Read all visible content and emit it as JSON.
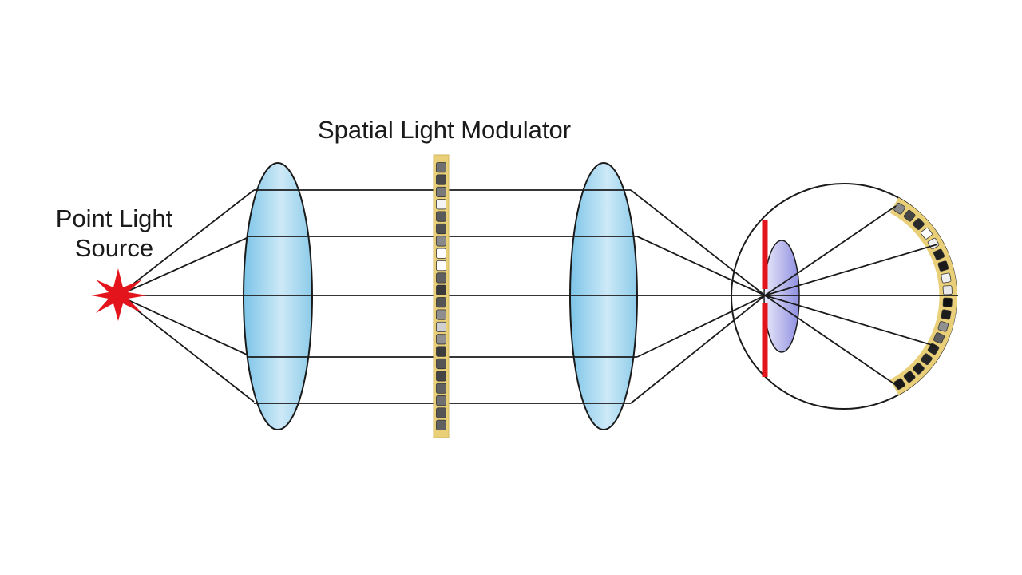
{
  "labels": {
    "spatial_light_modulator": "Spatial Light Modulator",
    "point_light_source_line1": "Point Light",
    "point_light_source_line2": "Source"
  },
  "colors": {
    "lens_fill": "#9fd6f0",
    "lens_edge": "#1a1a1a",
    "slm_frame": "#e8cf78",
    "source_star": "#e3141b",
    "pupil_stop": "#e3141b",
    "eye_lens": "#a7a7e8",
    "ray": "#1a1a1a"
  },
  "modulator_pixels": [
    "#707070",
    "#4a4a4a",
    "#7a7a7a",
    "#f4f4f4",
    "#5a5a5a",
    "#505050",
    "#8a8a8a",
    "#ffffff",
    "#ffffff",
    "#606060",
    "#3a3a3a",
    "#555555",
    "#8f8f8f",
    "#d0d0d0",
    "#909090",
    "#3d3d3d",
    "#555555",
    "#454545",
    "#606060",
    "#707070",
    "#555555",
    "#606060"
  ],
  "retina_pixels": [
    "#8a8a8a",
    "#454545",
    "#2a2a2a",
    "#ffffff",
    "#f0f0f0",
    "#202020",
    "#1a1a1a",
    "#f0f0f0",
    "#e8e8e8",
    "#111111",
    "#1c1c1c",
    "#909090",
    "#606060",
    "#222222",
    "#262626",
    "#1e1e1e",
    "#1c1c1c",
    "#181818"
  ]
}
